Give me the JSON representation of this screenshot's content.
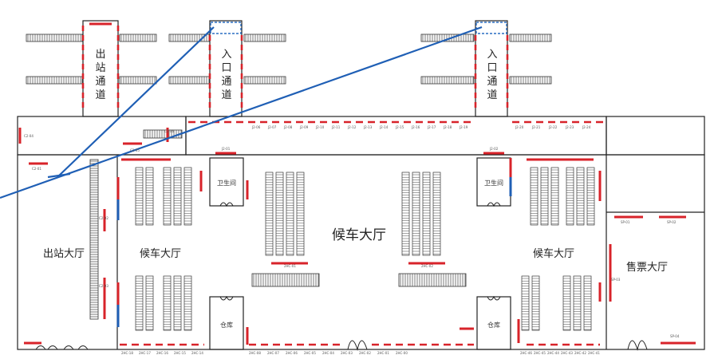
{
  "labels": {
    "waiting_hall_main": "候车大厅",
    "waiting_hall_left": "候车大厅",
    "waiting_hall_right": "候车大厅",
    "exit_hall": "出站大厅",
    "ticket_hall": "售票大厅",
    "exit_passage": "出站通道",
    "entrance_passage_left": "入口通道",
    "entrance_passage_right": "入口通道",
    "restroom_left": "卫生间",
    "restroom_right": "卫生间",
    "storage_left": "仓库",
    "storage_right": "仓库"
  },
  "tags": {
    "j_top": [
      "J2-06",
      "J2-07",
      "J2-08",
      "J2-09",
      "J2-10",
      "J2-11",
      "J2-12",
      "J2-13",
      "J2-14",
      "J2-15",
      "J2-16",
      "J2-17",
      "J2-18",
      "J2-19"
    ],
    "j_right": [
      "J2-20",
      "J2-21",
      "J2-22",
      "J2-23",
      "J2-24"
    ],
    "bottom_left": [
      "2HC-18",
      "2HC-17",
      "2HC-16",
      "2HC-15",
      "2HC-14"
    ],
    "bottom_mid": [
      "2HC-08",
      "2HC-07",
      "2HC-06",
      "2HC-05",
      "2HC-04",
      "2HC-03",
      "2HC-02",
      "2HC-01",
      "2HC-00"
    ],
    "bottom_right": [
      "2HC-46",
      "2HC-45",
      "2HC-44",
      "2HC-43",
      "2HC-42",
      "2HC-41"
    ],
    "sp_01": "SP-01",
    "sp_02": "SP-02",
    "sp_03": "SP-03",
    "sp_04": "SP-04",
    "c2_04": "C2-04",
    "c2_05": "C2-05",
    "c2_06": "C2-06",
    "c2_02": "C2-02",
    "c2_03": "C2-03",
    "c2_01": "C2-01",
    "j2_01": "J2-01",
    "j2_02": "J2-02",
    "hc_center_left": "2HC-01",
    "hc_center_right": "2HC-02"
  }
}
